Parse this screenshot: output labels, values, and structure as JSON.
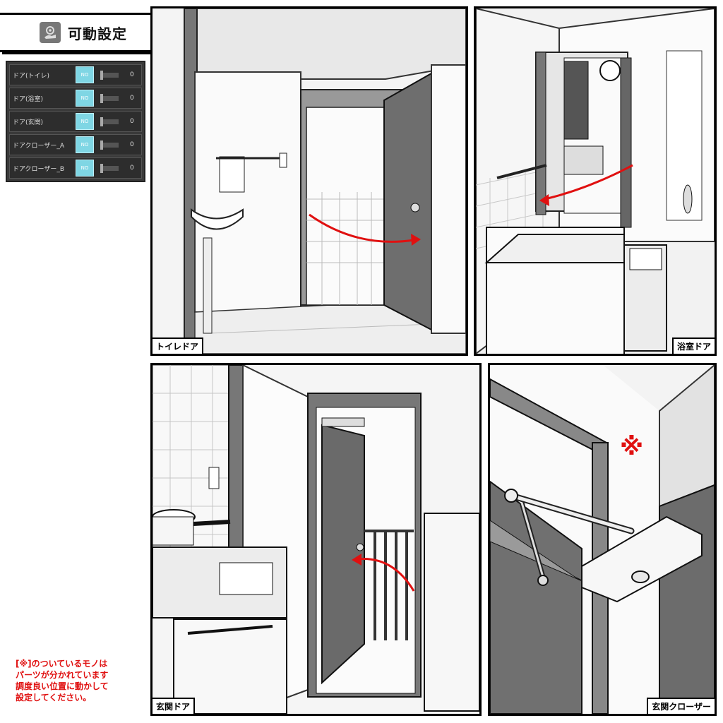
{
  "header": {
    "title": "可動設定",
    "icon": "gear-hand-icon"
  },
  "settings": {
    "items": [
      {
        "label": "ドア(トイレ)",
        "toggle": "NO",
        "value": "0"
      },
      {
        "label": "ドア(浴室)",
        "toggle": "NO",
        "value": "0"
      },
      {
        "label": "ドア(玄関)",
        "toggle": "NO",
        "value": "0"
      },
      {
        "label": "ドアクローザー_A",
        "toggle": "NO",
        "value": "0"
      },
      {
        "label": "ドアクローザー_B",
        "toggle": "NO",
        "value": "0"
      }
    ]
  },
  "panels": {
    "toilet": {
      "caption": "トイレドア"
    },
    "bath": {
      "caption": "浴室ドア"
    },
    "entrance": {
      "caption": "玄関ドア"
    },
    "closer": {
      "caption": "玄関クローザー",
      "mark": "※"
    }
  },
  "note": {
    "lines": [
      "[※]のついているモノは",
      "パーツが分かれています",
      "調度良い位置に動かして",
      "設定してください。"
    ]
  },
  "colors": {
    "arrow": "#e01010",
    "toggle": "#7fd6e4",
    "panel_bg": "#3a3a3a"
  }
}
